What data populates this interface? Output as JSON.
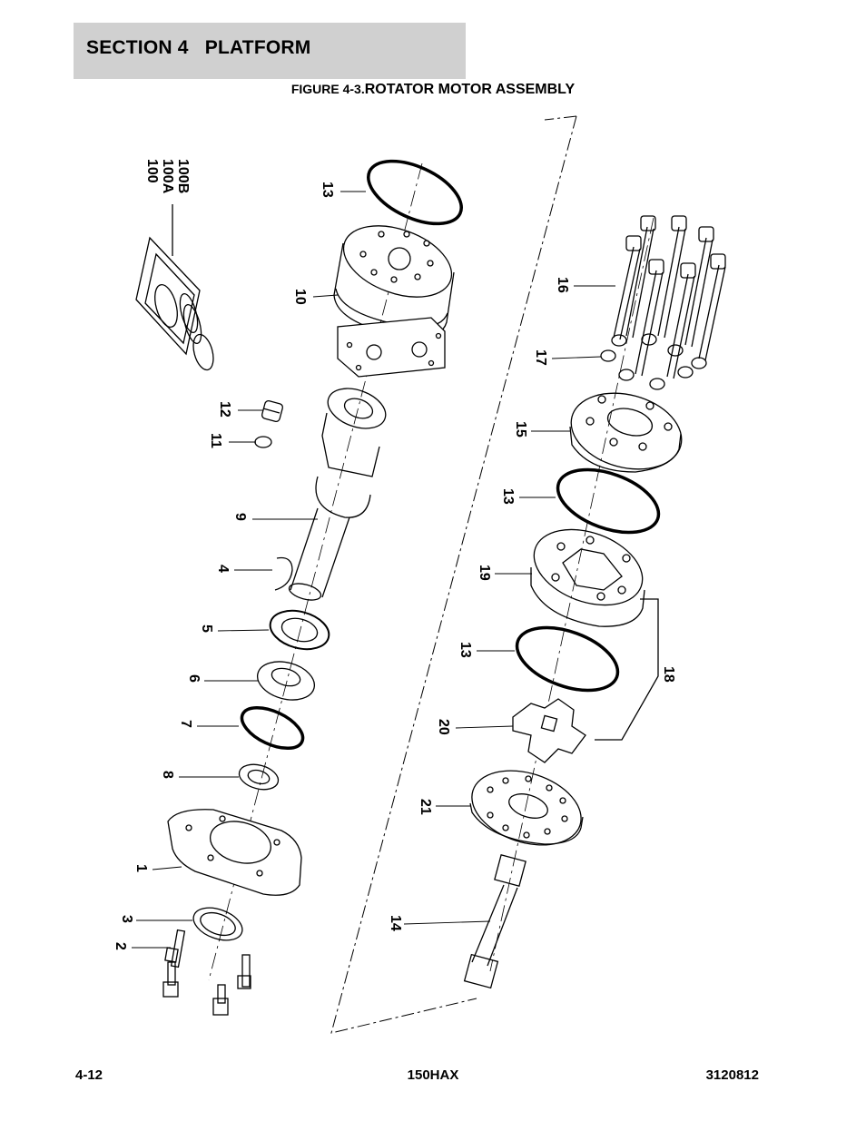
{
  "header": {
    "section_title": "SECTION 4   PLATFORM"
  },
  "figure": {
    "prefix": "FIGURE 4-3.",
    "title": "ROTATOR MOTOR ASSEMBLY"
  },
  "callouts": {
    "c100": "100",
    "c100a": "100A",
    "c100b": "100B",
    "c13a": "13",
    "c10": "10",
    "c12": "12",
    "c11": "11",
    "c9": "9",
    "c4": "4",
    "c5": "5",
    "c6": "6",
    "c7": "7",
    "c8": "8",
    "c1": "1",
    "c3": "3",
    "c2": "2",
    "c16": "16",
    "c17": "17",
    "c15": "15",
    "c13b": "13",
    "c19": "19",
    "c13c": "13",
    "c18": "18",
    "c20": "20",
    "c21": "21",
    "c14": "14"
  },
  "footer": {
    "page": "4-12",
    "model": "150HAX",
    "doc": "3120812"
  }
}
